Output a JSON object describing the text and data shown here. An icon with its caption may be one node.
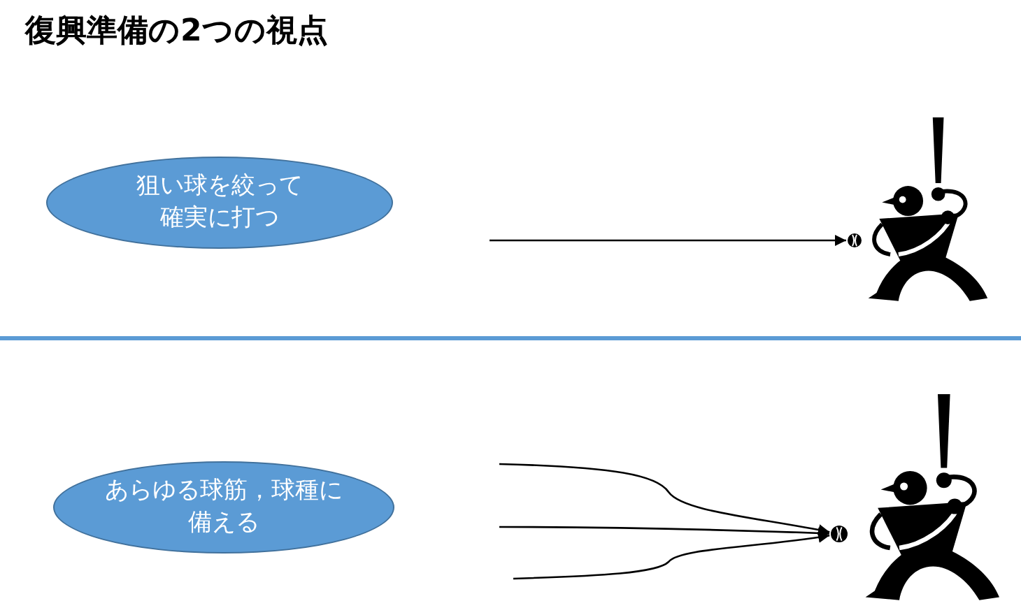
{
  "diagram": {
    "title": "復興準備の2つの視点",
    "nodes": [
      {
        "text": [
          "狙い球を絞って確実に打つ"
        ]
      },
      {
        "text": [],
        "shape": "circle"
      },
      {
        "text": [
          "あらゆる球筋，球種に備える"
        ]
      },
      {
        "text": [],
        "shape": "circle"
      }
    ],
    "edges": [
      {
        "from": null,
        "to": 1,
        "arrow": "to"
      },
      {
        "from": null,
        "to": 3,
        "arrow": "to"
      },
      {
        "from": null,
        "to": 3,
        "arrow": "to"
      },
      {
        "from": null,
        "to": 3,
        "arrow": "to"
      }
    ]
  }
}
